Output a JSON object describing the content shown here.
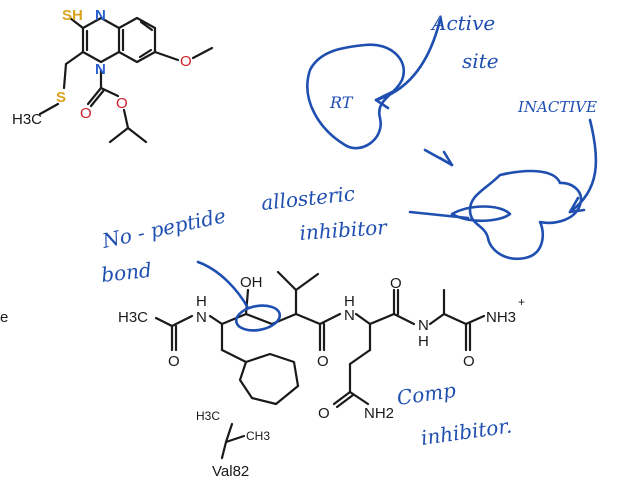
{
  "colors": {
    "ink": "#1f4fb0",
    "bond": "#1a1a1a",
    "sulfur": "#d9a520",
    "nitrogen": "#2a5fd0",
    "oxygen": "#d0202a"
  },
  "molecule1": {
    "sh": "SH",
    "n_top": "N",
    "n_bottom": "N",
    "o_methoxy": "O",
    "s": "S",
    "h3c": "H3C",
    "o_carbonyl": "O",
    "o_ester": "O"
  },
  "molecule2": {
    "h3c": "H3C",
    "h_amide1": "H",
    "n_amide1": "N",
    "o_acetyl": "O",
    "oh": "OH",
    "o_carbonyl2": "O",
    "h_amide2": "H",
    "n_amide2": "N",
    "o_carbonyl3": "O",
    "n_amide3": "N",
    "h_amide3": "H",
    "o_carbonyl4": "O",
    "nh3": "NH3",
    "plus": "+",
    "o_amide": "O",
    "nh2": "NH2"
  },
  "val82": {
    "h3c": "H3C",
    "ch3": "CH3",
    "label": "Val82"
  },
  "annotations": {
    "active_site_1": "Active",
    "active_site_2": "site",
    "rt": "RT",
    "inactive": "INACTIVE",
    "allosteric_1": "allosteric",
    "allosteric_2": "inhibitor",
    "no_peptide_1": "No - peptide",
    "no_peptide_2": "bond",
    "comp_1": "Comp",
    "comp_2": "inhibitor."
  },
  "edge_text": "e"
}
